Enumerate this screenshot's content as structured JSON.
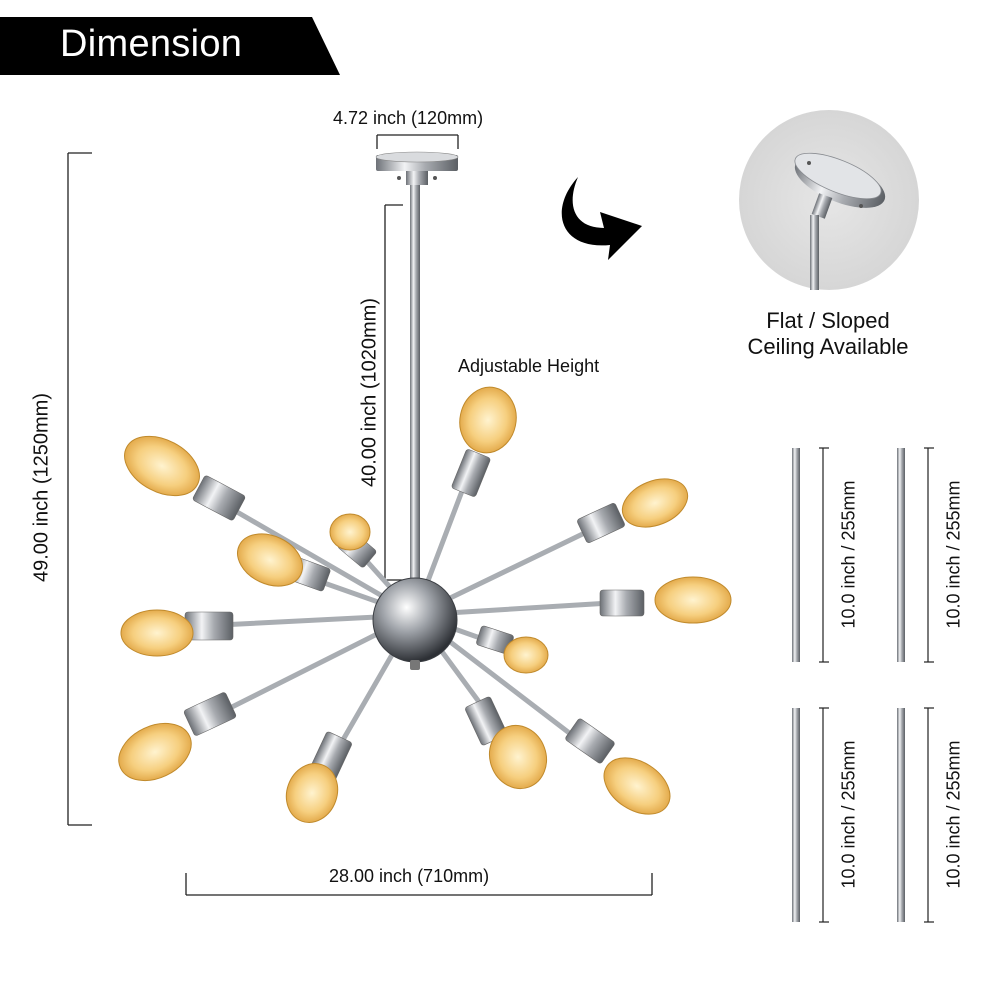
{
  "banner": {
    "title": "Dimension"
  },
  "dimensions": {
    "canopy_width": "4.72 inch (120mm)",
    "rod_height": "40.00 inch (1020mm)",
    "overall_height": "49.00 inch (1250mm)",
    "overall_width": "28.00 inch (710mm)",
    "adjustable_label": "Adjustable Height"
  },
  "callout": {
    "line1": "Flat / Sloped",
    "line2": "Ceiling Available"
  },
  "rods": [
    {
      "label": "10.0 inch / 255mm"
    },
    {
      "label": "10.0 inch / 255mm"
    },
    {
      "label": "10.0 inch / 255mm"
    },
    {
      "label": "10.0 inch / 255mm"
    }
  ],
  "colors": {
    "banner_bg": "#000000",
    "chrome": "#b9bcc1",
    "bulb": "#f3c46a"
  }
}
